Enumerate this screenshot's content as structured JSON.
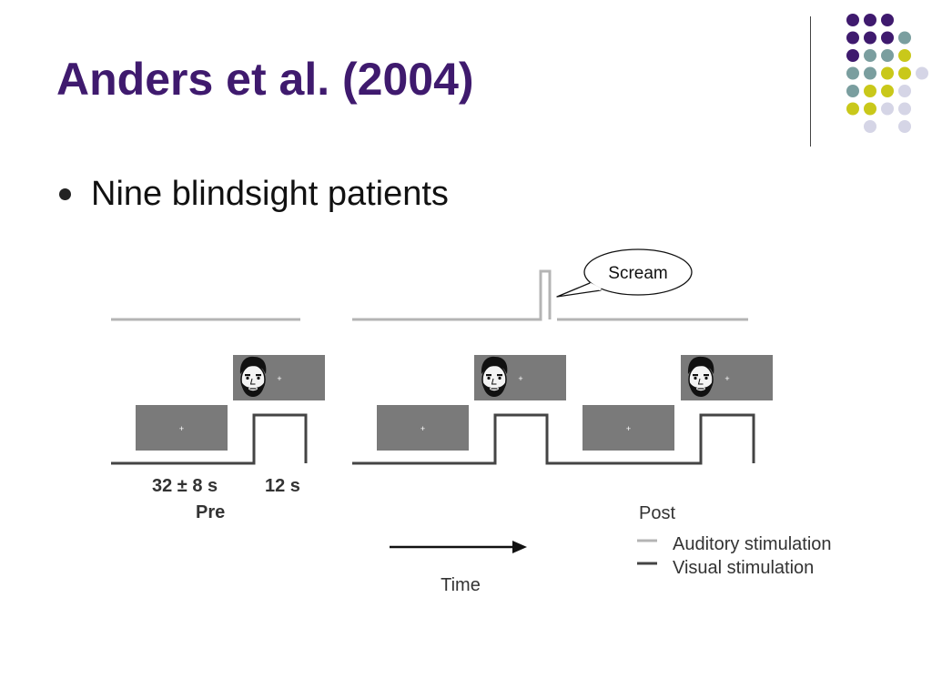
{
  "slide": {
    "title": "Anders et al. (2004)",
    "bullets": [
      {
        "text": "Nine blindsight patients"
      }
    ]
  },
  "colors": {
    "title": "#3f1a6e",
    "dot_purple": "#3f1a6e",
    "dot_teal": "#7a9e9f",
    "dot_yellow": "#c9c81a",
    "dot_lavender": "#d5d5e6",
    "auditory_line": "#b4b4b4",
    "visual_line": "#444444",
    "screen_fill": "#7a7a7a"
  },
  "icons": [
    "face-icon",
    "fixation-cross-icon",
    "arrow-right-icon"
  ],
  "diagram": {
    "callout": "Scream",
    "durations": {
      "pre_interval": "32 ± 8 s",
      "stimulus": "12 s"
    },
    "phase_pre": "Pre",
    "phase_post": "Post",
    "time_label": "Time",
    "legend": [
      {
        "label": "Auditory stimulation"
      },
      {
        "label": "Visual stimulation"
      }
    ]
  }
}
